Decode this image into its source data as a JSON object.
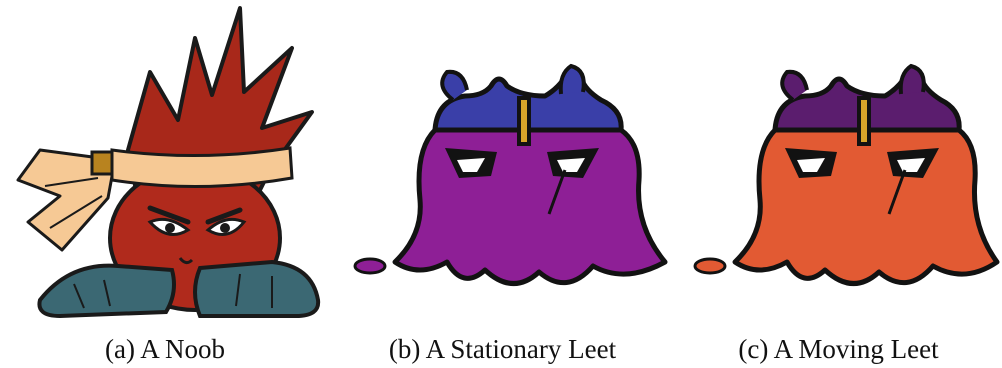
{
  "figure": {
    "captions": {
      "noob": "(a) A Noob",
      "stationary_leet": "(b) A Stationary Leet",
      "moving_leet": "(c) A Moving Leet"
    }
  },
  "sprites": {
    "noob": {
      "icon": "spiky-haired-noob-character",
      "colors": {
        "hair": "#a8281a",
        "head": "#b02a1c",
        "headband": "#f6c995",
        "shoes": "#3b6873",
        "outline": "#1a1a1a"
      }
    },
    "stationary_leet": {
      "icon": "ghost-blob-leet-character",
      "colors": {
        "top": "#3a3fa8",
        "body": "#8e1f96",
        "outline": "#121212"
      }
    },
    "moving_leet": {
      "icon": "ghost-blob-leet-character",
      "colors": {
        "top": "#5b1d6e",
        "body": "#e25a33",
        "outline": "#121212"
      }
    }
  }
}
